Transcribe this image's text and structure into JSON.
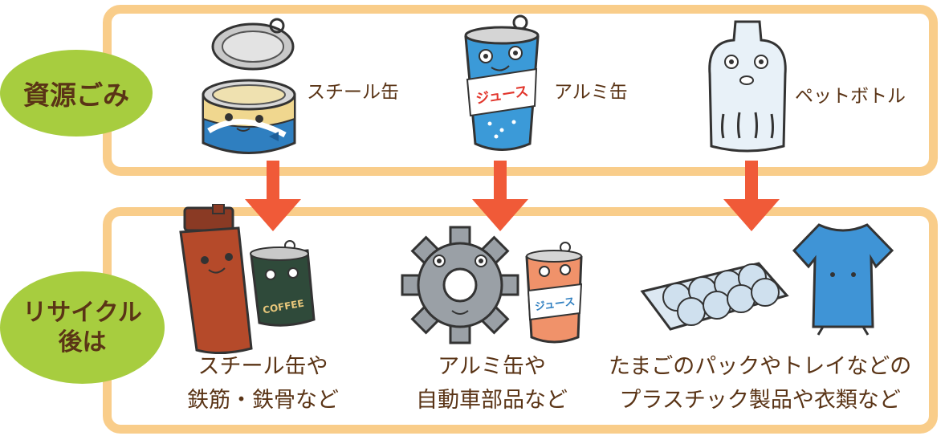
{
  "top_section": {
    "badge_label": "資源ごみ",
    "items": [
      {
        "label": "スチール缶",
        "icon": "steel-can-icon"
      },
      {
        "label": "アルミ缶",
        "icon": "aluminum-can-icon"
      },
      {
        "label": "ペットボトル",
        "icon": "pet-bottle-icon"
      }
    ],
    "juice_text": "ジュース"
  },
  "bottom_section": {
    "badge_line1": "リサイクル",
    "badge_line2": "後は",
    "results": [
      {
        "line1": "スチール缶や",
        "line2": "鉄筋・鉄骨など",
        "icons": [
          "thermos-icon",
          "coffee-can-icon"
        ]
      },
      {
        "line1": "アルミ缶や",
        "line2": "自動車部品など",
        "icons": [
          "gear-icon",
          "juice-can-icon"
        ]
      },
      {
        "line1": "たまごのパックやトレイなどの",
        "line2": "プラスチック製品や衣類など",
        "icons": [
          "egg-carton-icon",
          "tshirt-icon"
        ]
      }
    ],
    "coffee_text": "COFFEE",
    "juice_text": "ジュース"
  },
  "colors": {
    "panel_border": "#f9cd8a",
    "badge": "#a7cd3f",
    "arrow": "#f05a38",
    "text": "#5a3416"
  }
}
